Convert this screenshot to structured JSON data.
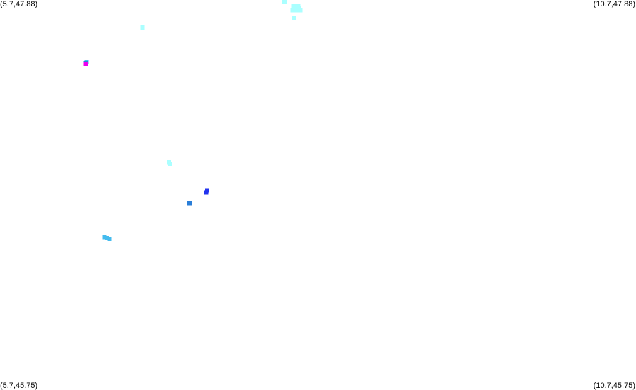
{
  "map": {
    "corners": {
      "top_left": "(5.7,47.88)",
      "top_right": "(10.7,47.88)",
      "bottom_left": "(5.7,45.75)",
      "bottom_right": "(10.7,45.75)"
    },
    "bounds": {
      "lon_min": 5.7,
      "lon_max": 10.7,
      "lat_min": 45.75,
      "lat_max": 47.88
    },
    "colors": {
      "cyan": "#aaffff",
      "sky": "#44bbee",
      "mid_blue": "#2a7ed8",
      "blue": "#2233ee",
      "magenta": "#ee00ee"
    },
    "points": [
      {
        "lon": 7.93,
        "lat": 47.875,
        "color": "#aaffff"
      },
      {
        "lon": 7.94,
        "lat": 47.868,
        "color": "#aaffff"
      },
      {
        "lon": 8.01,
        "lat": 47.848,
        "color": "#aaffff"
      },
      {
        "lon": 8.045,
        "lat": 47.848,
        "color": "#aaffff"
      },
      {
        "lon": 8.02,
        "lat": 47.838,
        "color": "#aaffff"
      },
      {
        "lon": 8.05,
        "lat": 47.833,
        "color": "#aaffff"
      },
      {
        "lon": 8.0,
        "lat": 47.825,
        "color": "#aaffff"
      },
      {
        "lon": 8.03,
        "lat": 47.825,
        "color": "#aaffff"
      },
      {
        "lon": 8.06,
        "lat": 47.825,
        "color": "#aaffff"
      },
      {
        "lon": 8.015,
        "lat": 47.78,
        "color": "#aaffff"
      },
      {
        "lon": 6.82,
        "lat": 47.73,
        "color": "#aaffff"
      },
      {
        "lon": 6.38,
        "lat": 47.54,
        "color": "#44bbee"
      },
      {
        "lon": 6.375,
        "lat": 47.535,
        "color": "#2a7ed8"
      },
      {
        "lon": 6.375,
        "lat": 47.528,
        "color": "#ee00ee"
      },
      {
        "lon": 7.03,
        "lat": 46.995,
        "color": "#aaffff"
      },
      {
        "lon": 7.035,
        "lat": 46.985,
        "color": "#aaffff"
      },
      {
        "lon": 7.33,
        "lat": 46.84,
        "color": "#2233ee"
      },
      {
        "lon": 7.32,
        "lat": 46.828,
        "color": "#2233ee"
      },
      {
        "lon": 7.19,
        "lat": 46.77,
        "color": "#2a7ed8"
      },
      {
        "lon": 6.52,
        "lat": 46.586,
        "color": "#44bbee"
      },
      {
        "lon": 6.54,
        "lat": 46.58,
        "color": "#44bbee"
      },
      {
        "lon": 6.56,
        "lat": 46.576,
        "color": "#44bbee"
      }
    ]
  }
}
